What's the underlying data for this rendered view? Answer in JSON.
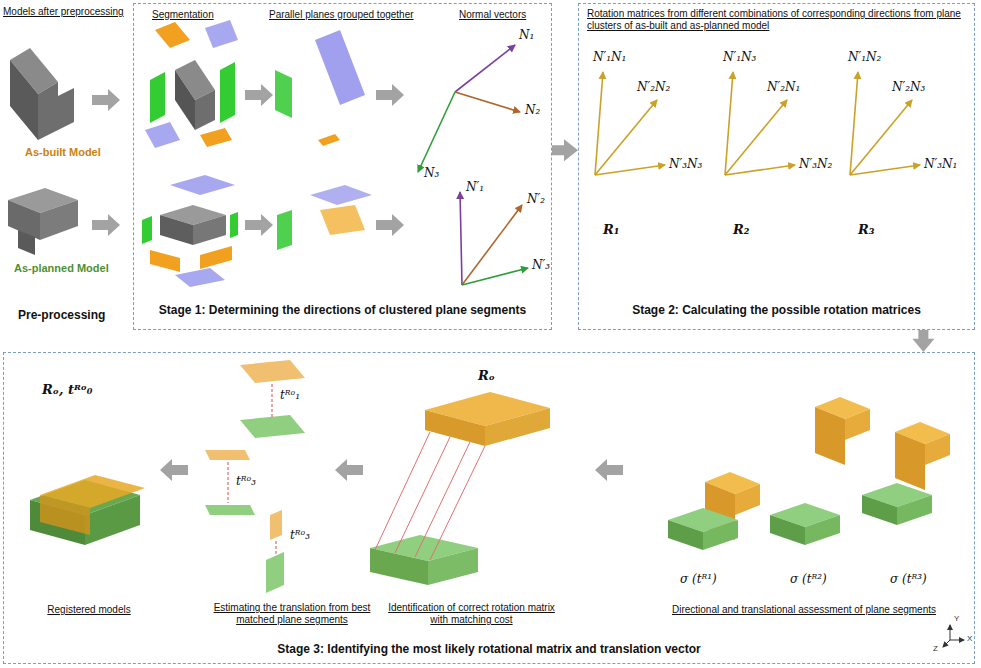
{
  "diagram": {
    "nodes": [
      {
        "text": [
          "Segmentation",
          "Parallel planes grouped together",
          "Normal vectors",
          "Stage 1: Determining the directions of clustered plane segments"
        ]
      },
      {
        "text": [
          "Rotation matrices from different combinations of corresponding directions from plane clusters of as-built and as-planned model",
          "Stage 2: Calculating the possible rotation matrices"
        ]
      },
      {
        "text": [
          "Registered models",
          "Estimating the translation from best matched plane segments",
          "Identification of correct rotation matrix with matching cost",
          "Directional and translational assessment of plane segments",
          "Stage 3: Identifying the most likely rotational matrix and translation vector"
        ]
      }
    ],
    "edges": [
      {
        "from": 0,
        "to": 1,
        "arrow": "to"
      },
      {
        "from": 1,
        "to": 2,
        "arrow": "to"
      }
    ],
    "labels": [
      "Models after preprocessing",
      "As-built Model",
      "As-planned Model",
      "Pre-processing",
      "N₁",
      "N₂",
      "N₃",
      "N′₁",
      "N′₂",
      "N′₃",
      "N′₁N₁",
      "N′₂N₂",
      "N′₃N₃",
      "N′₁N₃",
      "N′₂N₁",
      "N′₃N₂",
      "N′₁N₂",
      "N′₂N₃",
      "N′₃N₁",
      "R₁",
      "R₂",
      "R₃",
      "Rₒ, tᴿᵒ₀",
      "tᴿᵒ₁",
      "tᴿᵒ₃",
      "tᴿᵒ₃",
      "Rₒ",
      "σ (tᴿ¹)",
      "σ (tᴿ²)",
      "σ (tᴿ³)",
      "Y",
      "X",
      "Z"
    ]
  }
}
